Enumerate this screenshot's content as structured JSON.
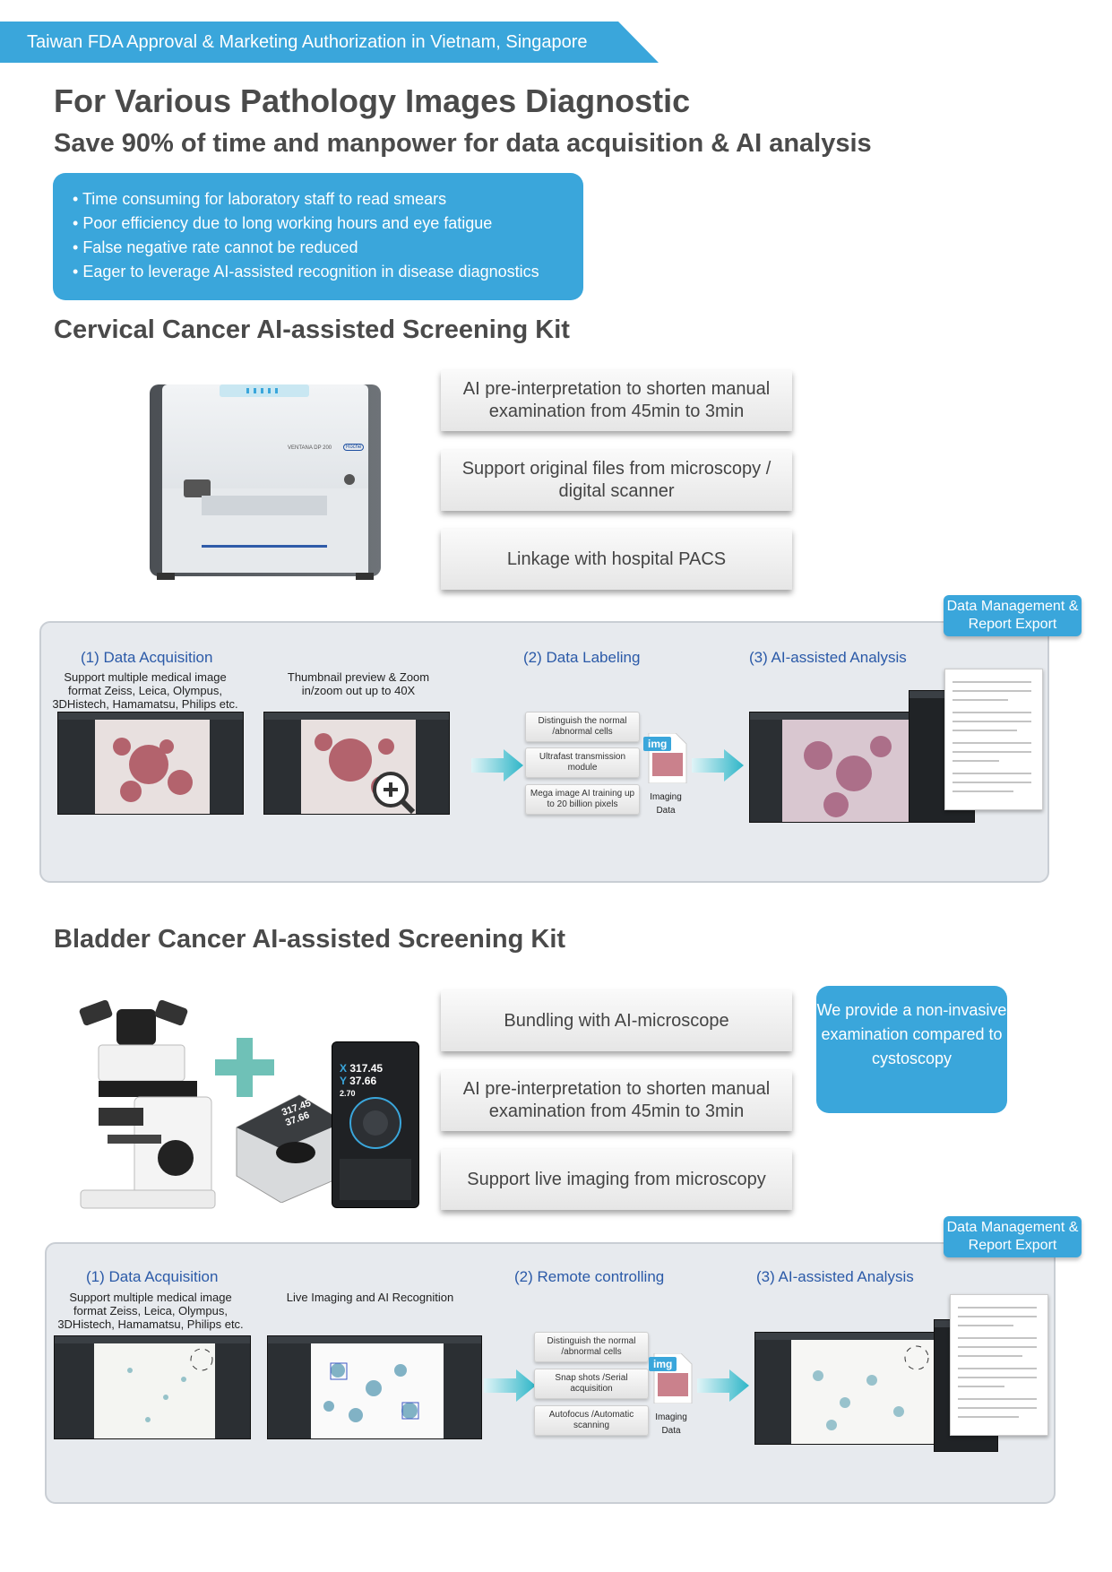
{
  "banner": "Taiwan FDA Approval & Marketing Authorization in Vietnam, Singapore",
  "title": "For Various Pathology Images Diagnostic",
  "subtitle": "Save 90% of time and manpower for data acquisition & AI analysis",
  "pain_points": [
    "Time consuming for laboratory staff to read smears",
    "Poor efficiency due to long working hours and eye fatigue",
    "False negative rate cannot be reduced",
    "Eager to leverage AI-assisted recognition in disease diagnostics"
  ],
  "cervical": {
    "title": "Cervical Cancer AI-assisted Screening Kit",
    "scanner_label": "VENTANA DP 200",
    "scanner_brand": "Roche",
    "features": [
      "AI pre-interpretation to shorten manual examination from 45min to 3min",
      "Support original files from microscopy / digital scanner",
      "Linkage with hospital PACS"
    ],
    "tag": "Data Management & Report Export",
    "step1_title": "(1) Data Acquisition",
    "step1_sub": "Support multiple medical image format Zeiss, Leica, Olympus, 3DHistech, Hamamatsu, Philips etc.",
    "step1b_sub": "Thumbnail preview & Zoom in/zoom out up to 40X",
    "step2_title": "(2) Data Labeling",
    "mini": [
      "Distinguish the normal /abnormal cells",
      "Ultrafast transmission module",
      "Mega image AI training up to 20 billion pixels"
    ],
    "img_badge": "img",
    "img_caption": "Imaging Data",
    "step3_title": "(3) AI-assisted Analysis"
  },
  "bladder": {
    "title": "Bladder Cancer AI-assisted Screening Kit",
    "features": [
      "Bundling with AI-microscope",
      "AI pre-interpretation to shorten manual examination from 45min to 3min",
      "Support live imaging from microscopy"
    ],
    "note": "We provide a non-invasive examination compared to cystoscopy",
    "controller": {
      "x": "317.45",
      "y": "37.66",
      "z": "2.70"
    },
    "tag": "Data Management & Report Export",
    "step1_title": "(1) Data Acquisition",
    "step1_sub": "Support multiple medical image format Zeiss, Leica, Olympus, 3DHistech, Hamamatsu, Philips etc.",
    "step1b_sub": "Live Imaging and AI Recognition",
    "step2_title": "(2) Remote controlling",
    "mini": [
      "Distinguish the normal /abnormal cells",
      "Snap shots /Serial acquisition",
      "Autofocus /Automatic scanning"
    ],
    "img_badge": "img",
    "img_caption": "Imaging Data",
    "step3_title": "(3) AI-assisted Analysis"
  }
}
